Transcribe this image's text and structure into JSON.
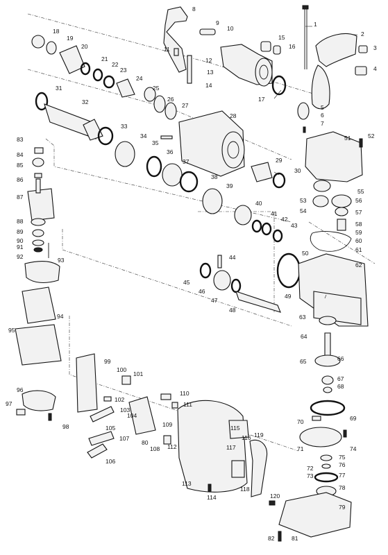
{
  "parts": [
    {
      "id": "1",
      "label": "1"
    },
    {
      "id": "2",
      "label": "2"
    },
    {
      "id": "3",
      "label": "3"
    },
    {
      "id": "4",
      "label": "4"
    },
    {
      "id": "5",
      "label": "5"
    },
    {
      "id": "6",
      "label": "6"
    },
    {
      "id": "7",
      "label": "7"
    },
    {
      "id": "8",
      "label": "8"
    },
    {
      "id": "9",
      "label": "9"
    },
    {
      "id": "10",
      "label": "10"
    },
    {
      "id": "11",
      "label": "11"
    },
    {
      "id": "12",
      "label": "12"
    },
    {
      "id": "13",
      "label": "13"
    },
    {
      "id": "14",
      "label": "14"
    },
    {
      "id": "15",
      "label": "15"
    },
    {
      "id": "16",
      "label": "16"
    },
    {
      "id": "17",
      "label": "17"
    },
    {
      "id": "18",
      "label": "18"
    },
    {
      "id": "19",
      "label": "19"
    },
    {
      "id": "20",
      "label": "20"
    },
    {
      "id": "21",
      "label": "21"
    },
    {
      "id": "22",
      "label": "22"
    },
    {
      "id": "23",
      "label": "23"
    },
    {
      "id": "24",
      "label": "24"
    },
    {
      "id": "25",
      "label": "25"
    },
    {
      "id": "26",
      "label": "26"
    },
    {
      "id": "27",
      "label": "27"
    },
    {
      "id": "28",
      "label": "28"
    },
    {
      "id": "29",
      "label": "29"
    },
    {
      "id": "30",
      "label": "30"
    },
    {
      "id": "31",
      "label": "31"
    },
    {
      "id": "32",
      "label": "32"
    },
    {
      "id": "33",
      "label": "33"
    },
    {
      "id": "34",
      "label": "34"
    },
    {
      "id": "35",
      "label": "35"
    },
    {
      "id": "36",
      "label": "36"
    },
    {
      "id": "37",
      "label": "37"
    },
    {
      "id": "38",
      "label": "38"
    },
    {
      "id": "39",
      "label": "39"
    },
    {
      "id": "40",
      "label": "40"
    },
    {
      "id": "41",
      "label": "41"
    },
    {
      "id": "42",
      "label": "42"
    },
    {
      "id": "43",
      "label": "43"
    },
    {
      "id": "44",
      "label": "44"
    },
    {
      "id": "45",
      "label": "45"
    },
    {
      "id": "46",
      "label": "46"
    },
    {
      "id": "47",
      "label": "47"
    },
    {
      "id": "48",
      "label": "48"
    },
    {
      "id": "49",
      "label": "49"
    },
    {
      "id": "50",
      "label": "50"
    },
    {
      "id": "51",
      "label": "51"
    },
    {
      "id": "52",
      "label": "52"
    },
    {
      "id": "53",
      "label": "53"
    },
    {
      "id": "54",
      "label": "54"
    },
    {
      "id": "55",
      "label": "55"
    },
    {
      "id": "56",
      "label": "56"
    },
    {
      "id": "57",
      "label": "57"
    },
    {
      "id": "58",
      "label": "58"
    },
    {
      "id": "59",
      "label": "59"
    },
    {
      "id": "60",
      "label": "60"
    },
    {
      "id": "61",
      "label": "61"
    },
    {
      "id": "62",
      "label": "62"
    },
    {
      "id": "63",
      "label": "63"
    },
    {
      "id": "64",
      "label": "64"
    },
    {
      "id": "65",
      "label": "65"
    },
    {
      "id": "66",
      "label": "66"
    },
    {
      "id": "67",
      "label": "67"
    },
    {
      "id": "68",
      "label": "68"
    },
    {
      "id": "69",
      "label": "69"
    },
    {
      "id": "70",
      "label": "70"
    },
    {
      "id": "71",
      "label": "71"
    },
    {
      "id": "72",
      "label": "72"
    },
    {
      "id": "73",
      "label": "73"
    },
    {
      "id": "74",
      "label": "74"
    },
    {
      "id": "75",
      "label": "75"
    },
    {
      "id": "76",
      "label": "76"
    },
    {
      "id": "77",
      "label": "77"
    },
    {
      "id": "78",
      "label": "78"
    },
    {
      "id": "79",
      "label": "79"
    },
    {
      "id": "80",
      "label": "80"
    },
    {
      "id": "81",
      "label": "81"
    },
    {
      "id": "82",
      "label": "82"
    },
    {
      "id": "83",
      "label": "83"
    },
    {
      "id": "84",
      "label": "84"
    },
    {
      "id": "85",
      "label": "85"
    },
    {
      "id": "86",
      "label": "86"
    },
    {
      "id": "87",
      "label": "87"
    },
    {
      "id": "88",
      "label": "88"
    },
    {
      "id": "89",
      "label": "89"
    },
    {
      "id": "90",
      "label": "90"
    },
    {
      "id": "91",
      "label": "91"
    },
    {
      "id": "92",
      "label": "92"
    },
    {
      "id": "93",
      "label": "93"
    },
    {
      "id": "94",
      "label": "94"
    },
    {
      "id": "95",
      "label": "95"
    },
    {
      "id": "96",
      "label": "96"
    },
    {
      "id": "97",
      "label": "97"
    },
    {
      "id": "98",
      "label": "98"
    },
    {
      "id": "99",
      "label": "99"
    },
    {
      "id": "100",
      "label": "100"
    },
    {
      "id": "101",
      "label": "101"
    },
    {
      "id": "102",
      "label": "102"
    },
    {
      "id": "103",
      "label": "103"
    },
    {
      "id": "104",
      "label": "104"
    },
    {
      "id": "105",
      "label": "105"
    },
    {
      "id": "106",
      "label": "106"
    },
    {
      "id": "107",
      "label": "107"
    },
    {
      "id": "108",
      "label": "108"
    },
    {
      "id": "109",
      "label": "109"
    },
    {
      "id": "110",
      "label": "110"
    },
    {
      "id": "111",
      "label": "111"
    },
    {
      "id": "112",
      "label": "112"
    },
    {
      "id": "113",
      "label": "113"
    },
    {
      "id": "114",
      "label": "114"
    },
    {
      "id": "115",
      "label": "115"
    },
    {
      "id": "116",
      "label": "116"
    },
    {
      "id": "117",
      "label": "117"
    },
    {
      "id": "118",
      "label": "118"
    },
    {
      "id": "119",
      "label": "119"
    },
    {
      "id": "120",
      "label": "120"
    }
  ]
}
